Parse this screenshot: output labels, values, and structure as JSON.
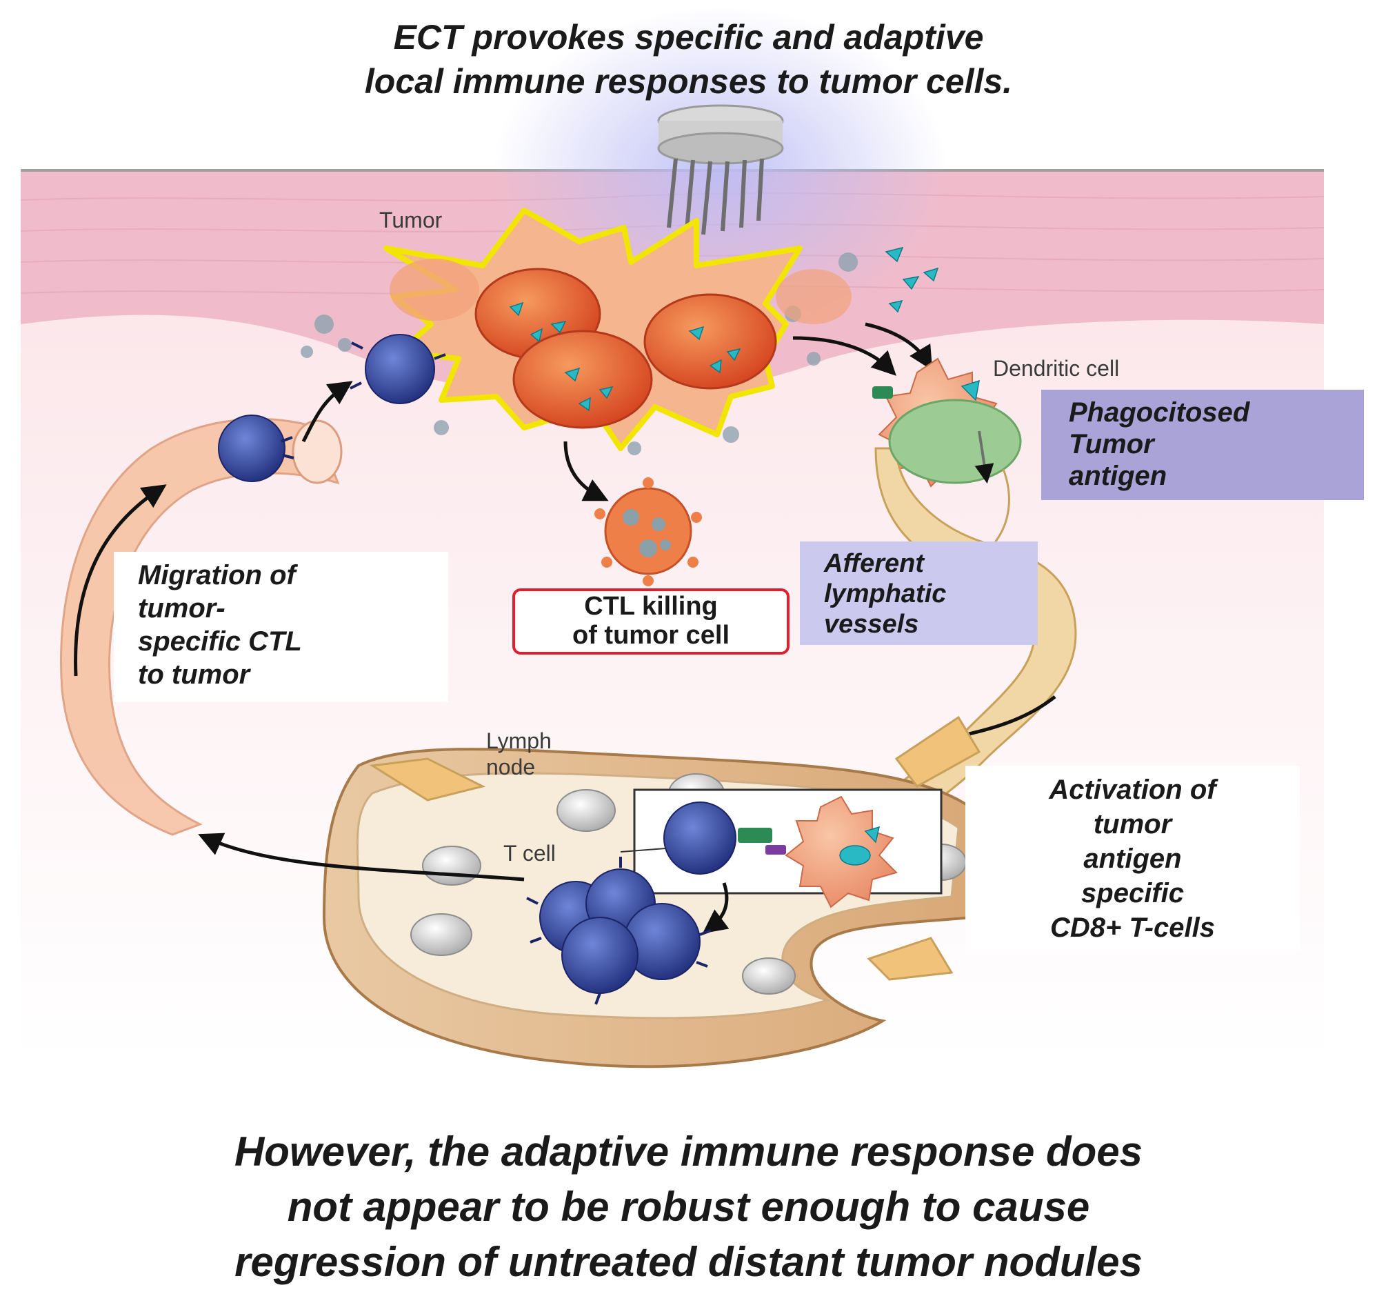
{
  "title": {
    "line1": "ECT provokes specific and adaptive",
    "line2": "local immune responses to tumor cells."
  },
  "labels": {
    "tumor": "Tumor",
    "dendritic_cell": "Dendritic cell",
    "lymph_node_line1": "Lymph",
    "lymph_node_line2": "node",
    "t_cell": "T cell"
  },
  "boxes": {
    "phagocitosed": [
      "Phagocitosed",
      "Tumor",
      "antigen"
    ],
    "afferent": [
      "Afferent",
      "lymphatic",
      "vessels"
    ],
    "ctl_killing": [
      "CTL killing",
      "of tumor cell"
    ],
    "migration": [
      "Migration of",
      "tumor-",
      "specific CTL",
      "to tumor"
    ],
    "activation": [
      "Activation of",
      "tumor",
      "antigen",
      "specific",
      "CD8+ T-cells"
    ]
  },
  "footer": {
    "line1": "However, the adaptive immune response does",
    "line2": "not appear to be robust enough to cause",
    "line3": "regression of untreated distant tumor nodules"
  },
  "colors": {
    "skin": "#f3c6cf",
    "tumor_cell": "#e8622e",
    "t_cell": "#3b4fa8",
    "highlight_box": "#a9a3d8",
    "light_box": "#ccc9ef",
    "ctl_border": "#e02030",
    "burst": "#f2e600"
  }
}
